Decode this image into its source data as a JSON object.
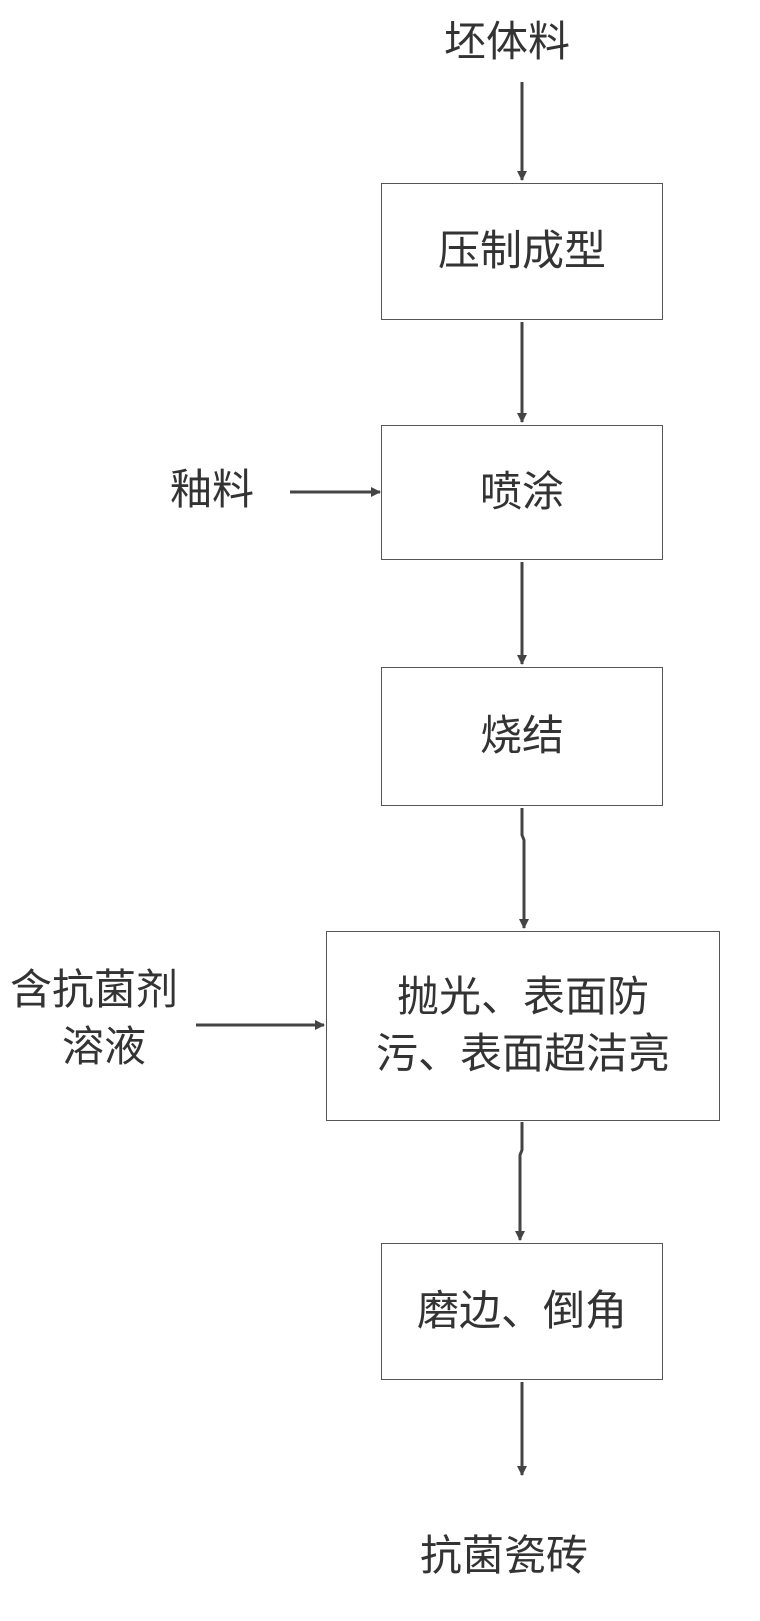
{
  "diagram": {
    "input_top": "坯体料",
    "steps": {
      "pressing": "压制成型",
      "spraying": "喷涂",
      "sintering": "烧结",
      "polishing": {
        "line1": "抛光、表面防",
        "line2": "污、表面超洁亮"
      },
      "edging": "磨边、倒角"
    },
    "side_inputs": {
      "glaze": "釉料",
      "antibacterial": {
        "line1": "含抗菌剂",
        "line2": "溶液"
      }
    },
    "output": "抗菌瓷砖"
  }
}
